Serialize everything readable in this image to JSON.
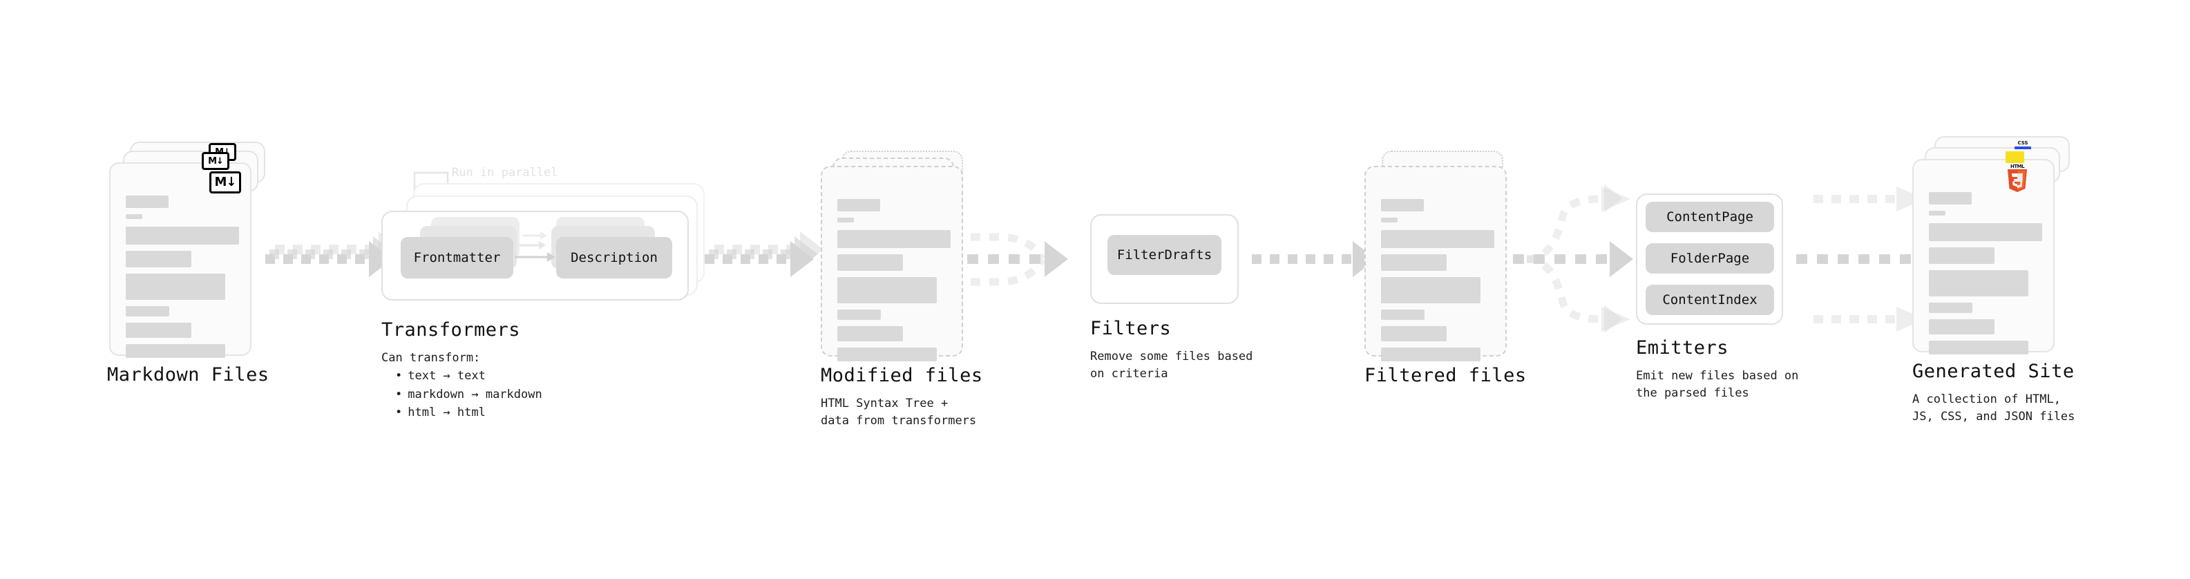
{
  "diagram": {
    "type": "pipeline-flowchart",
    "palette": {
      "bar": "#d9d9d9",
      "pill": "#d7d7d7",
      "panel_border": "#e0e0e0",
      "arrow": "#d5d5d5",
      "dashed_border": "#cfcfcf",
      "html5": "#e44d26",
      "js": "#f7df1e",
      "css": "#264de4",
      "text": "#111111",
      "muted_text": "#e2e2e2"
    },
    "stages": [
      {
        "id": "markdown-files",
        "title": "Markdown Files",
        "subtitle": "",
        "badge": "M↓",
        "badge_name": "markdown-badge"
      },
      {
        "id": "transformers",
        "title": "Transformers",
        "subtitle": "",
        "annotation": "Run in parallel",
        "caption_intro": "Can transform:",
        "caption_items": [
          "text → text",
          "markdown → markdown",
          "html → html"
        ],
        "nodes": [
          "Frontmatter",
          "Description"
        ]
      },
      {
        "id": "modified-files",
        "title": "Modified files",
        "subtitle": "HTML Syntax Tree +\ndata from transformers"
      },
      {
        "id": "filters",
        "title": "Filters",
        "subtitle": "Remove some files based\non criteria",
        "nodes": [
          "FilterDrafts"
        ]
      },
      {
        "id": "filtered-files",
        "title": "Filtered files",
        "subtitle": ""
      },
      {
        "id": "emitters",
        "title": "Emitters",
        "subtitle": "Emit new files based on\nthe parsed files",
        "nodes": [
          "ContentPage",
          "FolderPage",
          "ContentIndex"
        ]
      },
      {
        "id": "generated-site",
        "title": "Generated Site",
        "subtitle": "A collection of HTML,\nJS, CSS, and JSON files",
        "badges": [
          "HTML5",
          "JS",
          "CSS"
        ]
      }
    ]
  },
  "markdown_files": {
    "title": "Markdown Files",
    "badge": "M↓"
  },
  "transformers": {
    "title": "Transformers",
    "annotation": "Run in parallel",
    "caption_intro": "Can transform:",
    "item_text": "text → text",
    "item_markdown": "markdown → markdown",
    "item_html": "html → html",
    "node_frontmatter": "Frontmatter",
    "node_description": "Description"
  },
  "modified_files": {
    "title": "Modified files",
    "subtitle": "HTML Syntax Tree +\ndata from transformers"
  },
  "filters": {
    "title": "Filters",
    "subtitle": "Remove some files based\non criteria",
    "node_filterdrafts": "FilterDrafts"
  },
  "filtered_files": {
    "title": "Filtered files"
  },
  "emitters": {
    "title": "Emitters",
    "subtitle": "Emit new files based on\nthe parsed files",
    "node_contentpage": "ContentPage",
    "node_folderpage": "FolderPage",
    "node_contentindex": "ContentIndex"
  },
  "generated_site": {
    "title": "Generated Site",
    "subtitle": "A collection of HTML,\nJS, CSS, and JSON files",
    "badge_html5_word": "HTML",
    "badge_html5_num": "5",
    "badge_css_word": "CSS"
  }
}
